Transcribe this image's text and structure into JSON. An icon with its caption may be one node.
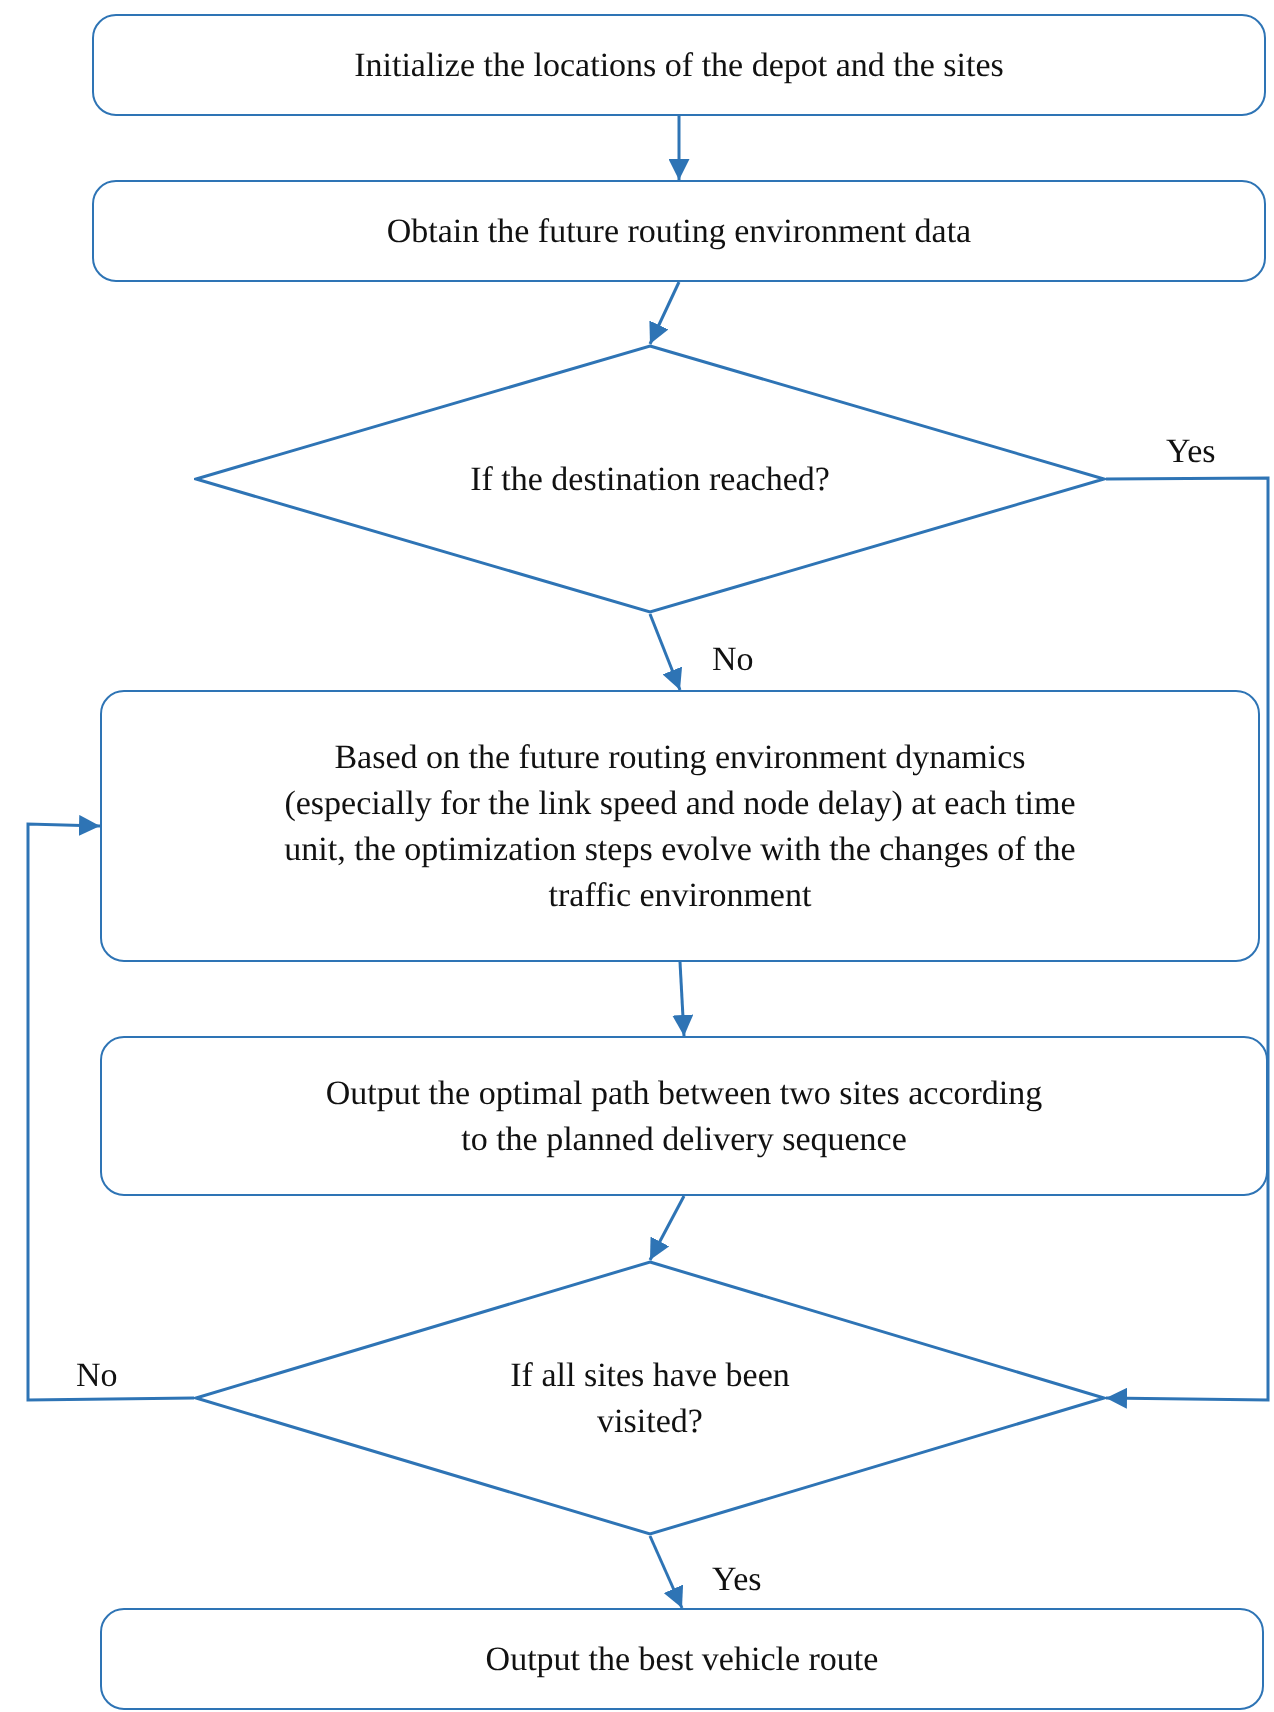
{
  "diagram": {
    "nodes": [
      {
        "text": [
          "Initialize the locations of the depot and the sites"
        ]
      },
      {
        "text": [
          "Obtain the future routing environment data"
        ]
      },
      {
        "text": [
          "If the destination reached?"
        ]
      },
      {
        "text": [
          "Based on the future routing environment dynamics (especially for the link speed and node delay) at each time unit, the optimization steps evolve with the changes of the traffic environment"
        ]
      },
      {
        "text": [
          "Output the optimal path between two sites according to the planned delivery sequence"
        ]
      },
      {
        "text": [
          "If all sites have been visited?"
        ]
      },
      {
        "text": [
          "Output the best vehicle route"
        ]
      }
    ],
    "edges": [
      {
        "from": 0,
        "to": 1,
        "arrow": "to"
      },
      {
        "from": 1,
        "to": 2,
        "arrow": "to"
      },
      {
        "from": 2,
        "to": 3,
        "arrow": "to",
        "label": "No"
      },
      {
        "from": 2,
        "to": 5,
        "arrow": "to",
        "label": "Yes"
      },
      {
        "from": 3,
        "to": 4,
        "arrow": "to"
      },
      {
        "from": 4,
        "to": 5,
        "arrow": "to"
      },
      {
        "from": 5,
        "to": 3,
        "arrow": "to",
        "label": "No"
      },
      {
        "from": 5,
        "to": 6,
        "arrow": "to",
        "label": "Yes"
      }
    ]
  }
}
